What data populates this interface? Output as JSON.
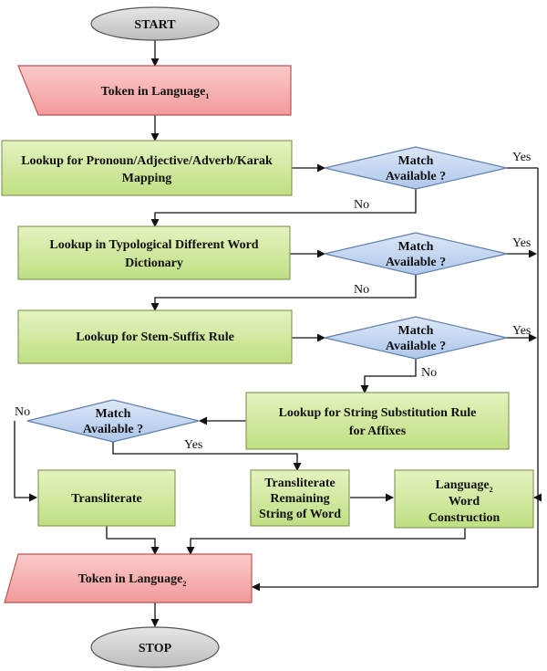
{
  "nodes": {
    "start": "START",
    "token1": {
      "text": "Token in Language",
      "sub": "1"
    },
    "lookup1": {
      "line1": "Lookup for Pronoun/Adjective/Adverb/Karak",
      "line2": "Mapping"
    },
    "decision1": {
      "line1": "Match",
      "line2": "Available ?"
    },
    "lookup2": {
      "line1": "Lookup in Typological Different Word",
      "line2": "Dictionary"
    },
    "decision2": {
      "line1": "Match",
      "line2": "Available ?"
    },
    "lookup3": "Lookup for Stem-Suffix Rule",
    "decision3": {
      "line1": "Match",
      "line2": "Available ?"
    },
    "lookup4": {
      "line1": "Lookup for String Substitution Rule",
      "line2": "for Affixes"
    },
    "decision4": {
      "line1": "Match",
      "line2": "Available ?"
    },
    "transliterate": "Transliterate",
    "transliterate_remaining": {
      "line1": "Transliterate",
      "line2": "Remaining",
      "line3": "String of Word"
    },
    "lang2_construction": {
      "line1a": "Language",
      "line1sub": "2",
      "line2": "Word",
      "line3": "Construction"
    },
    "token2": {
      "text": "Token in Language",
      "sub": "2"
    },
    "stop": "STOP"
  },
  "edge_labels": {
    "d1_yes": "Yes",
    "d1_no": "No",
    "d2_yes": "Yes",
    "d2_no": "No",
    "d3_yes": "Yes",
    "d3_no": "No",
    "d4_yes": "Yes",
    "d4_no": "No"
  },
  "colors": {
    "terminal": "#d0d0d0",
    "io": "#f8b4b4",
    "process": "#d4eaa0",
    "decision": "#c7d8f0",
    "stroke": "#444444"
  }
}
